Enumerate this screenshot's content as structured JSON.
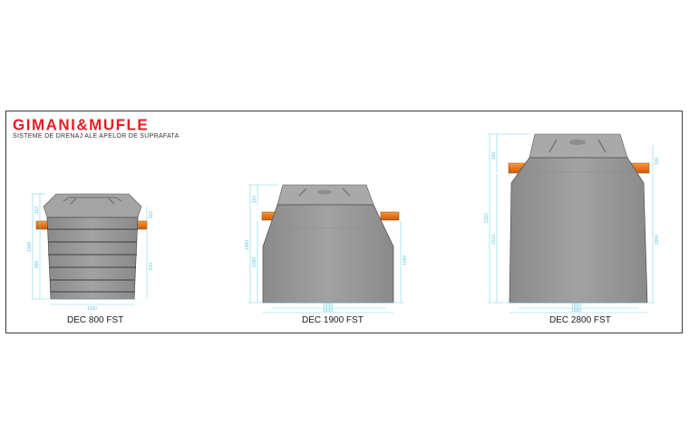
{
  "brand": {
    "name": "GIMANI&MUFLE",
    "tagline": "SISTEME DE DRENAJ ALE APELOR DE SUPRAFATA",
    "color": "#e41e26"
  },
  "colors": {
    "tank_body": "#9c9c9c",
    "tank_shade": "#7d7d7d",
    "lid": "#a8a8a8",
    "pipe": "#f07c1b",
    "dimension": "#7fd6e3"
  },
  "tanks": [
    {
      "caption": "DEC 800 FST",
      "dims": {
        "total_height": "1300",
        "body_height": "890",
        "top": "110",
        "inlet_right": "110",
        "right_height": "810",
        "width": "1200"
      }
    },
    {
      "caption": "DEC 1900 FST",
      "dims": {
        "top": "110",
        "total_height": "1500",
        "body_height": "1080",
        "right_height": "1000",
        "width_a": "1600",
        "width_b": "1600"
      }
    },
    {
      "caption": "DEC 2800 FST",
      "dims": {
        "top": "160",
        "total_height": "2110",
        "body_height": "1510",
        "right_top": "160",
        "right_height": "1550",
        "width_a": "1500",
        "width_b": "1680"
      }
    }
  ]
}
